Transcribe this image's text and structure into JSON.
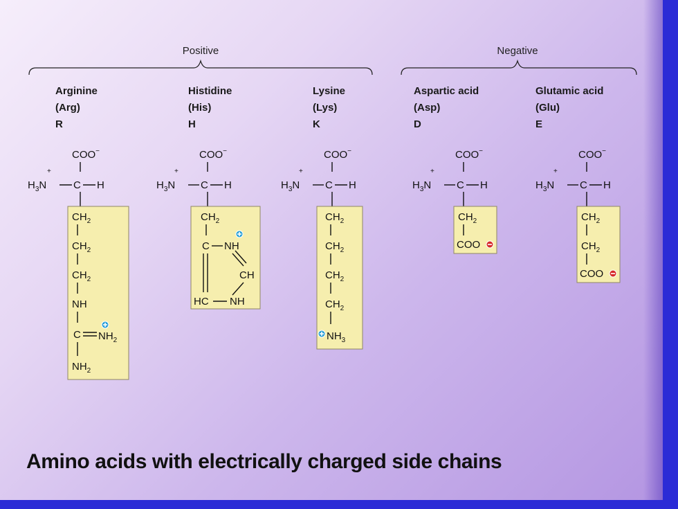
{
  "groups": [
    {
      "label": "Positive"
    },
    {
      "label": "Negative"
    }
  ],
  "amino_acids": [
    {
      "name": "Arginine",
      "abbr": "(Arg)",
      "code": "R"
    },
    {
      "name": "Histidine",
      "abbr": "(His)",
      "code": "H"
    },
    {
      "name": "Lysine",
      "abbr": "(Lys)",
      "code": "K"
    },
    {
      "name": "Aspartic acid",
      "abbr": "(Asp)",
      "code": "D"
    },
    {
      "name": "Glutamic acid",
      "abbr": "(Glu)",
      "code": "E"
    }
  ],
  "labels": {
    "carboxylate": "COO",
    "minus": "−",
    "plus": "+",
    "amino_h": "H",
    "amino_sub": "3",
    "amino_n": "N",
    "alpha_c": "C",
    "h": "H",
    "ch": "CH",
    "two": "2",
    "nh": "NH",
    "nh2": "NH",
    "nh3": "NH",
    "three": "3",
    "hc": "HC",
    "c": "C"
  },
  "caption": "Amino acids with electrically charged side chains",
  "colors": {
    "side_chain_box": "#f6eeae",
    "positive_charge": "#2a9fd6",
    "negative_charge": "#d62a2a",
    "frame": "#2b2bd6"
  }
}
